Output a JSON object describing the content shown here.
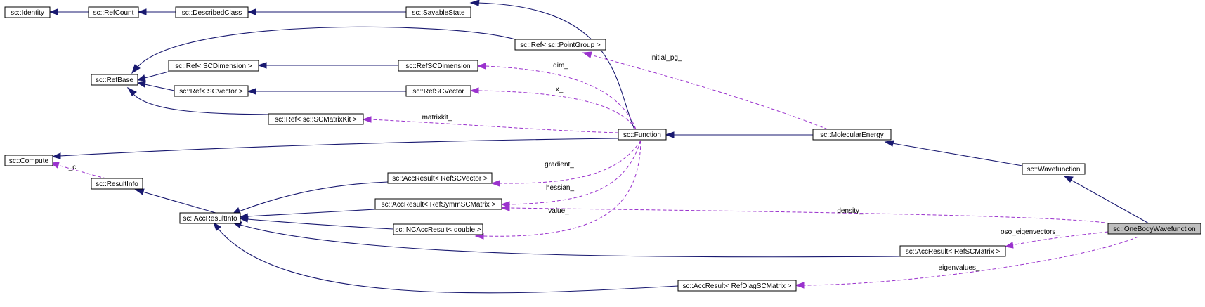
{
  "diagram": {
    "nodes": {
      "identity": "sc::Identity",
      "refcount": "sc::RefCount",
      "describedclass": "sc::DescribedClass",
      "savablestate": "sc::SavableState",
      "refbase": "sc::RefBase",
      "ref_pointgroup": "sc::Ref< sc::PointGroup >",
      "ref_scdimension": "sc::Ref< SCDimension >",
      "refscdimension": "sc::RefSCDimension",
      "ref_scvector": "sc::Ref< SCVector >",
      "refscvector": "sc::RefSCVector",
      "ref_scmatrixkit": "sc::Ref< sc::SCMatrixKit >",
      "function": "sc::Function",
      "molecularenergy": "sc::MolecularEnergy",
      "compute": "sc::Compute",
      "resultinfo": "sc::ResultInfo",
      "wavefunction": "sc::Wavefunction",
      "accresult_refscvector": "sc::AccResult< RefSCVector >",
      "accresult_refsymmscmatrix": "sc::AccResult< RefSymmSCMatrix >",
      "accresultinfo": "sc::AccResultInfo",
      "ncaccresult_double": "sc::NCAccResult< double >",
      "onebodywavefunction": "sc::OneBodyWavefunction",
      "accresult_refscmatrix": "sc::AccResult< RefSCMatrix >",
      "accresult_refdiagscmatrix": "sc::AccResult< RefDiagSCMatrix >"
    },
    "edge_labels": {
      "initial_pg": "initial_pg_",
      "dim": "dim_",
      "x": "x_",
      "matrixkit": "matrixkit_",
      "c": "_c",
      "gradient": "gradient_",
      "hessian": "hessian_",
      "value": "value_",
      "density": "density_",
      "oso_eigenvectors": "oso_eigenvectors_",
      "eigenvalues": "eigenvalues_"
    },
    "colors": {
      "inheritance_edge": "#191970",
      "usage_edge": "#9a32cd",
      "highlight_fill": "#bfbfbf"
    }
  }
}
